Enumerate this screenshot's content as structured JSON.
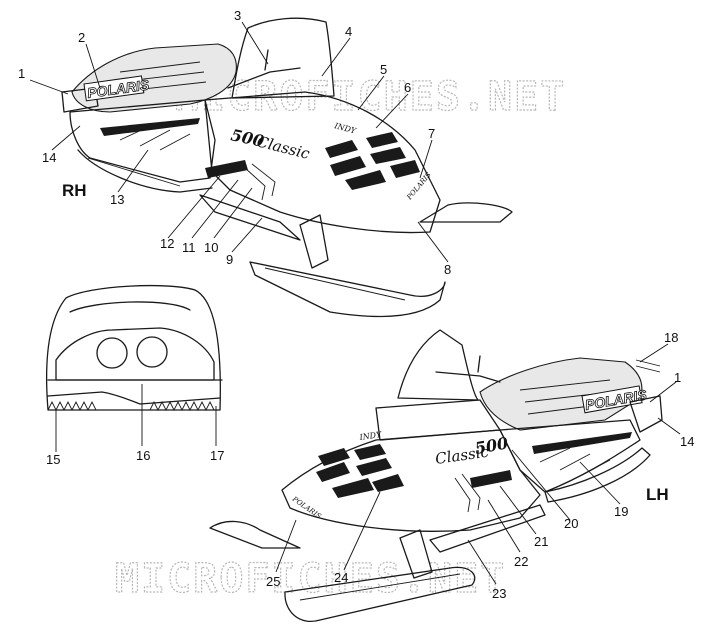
{
  "side_labels": {
    "right": "RH",
    "left": "LH"
  },
  "watermark": "MICROFICHES.NET",
  "decal_text": {
    "brand": "POLARIS",
    "model_number": "500",
    "model_script": "Classic",
    "indy": "INDY"
  },
  "callouts": [
    "1",
    "2",
    "3",
    "4",
    "5",
    "6",
    "7",
    "8",
    "9",
    "10",
    "11",
    "12",
    "13",
    "14",
    "15",
    "16",
    "17",
    "18",
    "1",
    "14",
    "19",
    "20",
    "21",
    "22",
    "23",
    "24",
    "25"
  ]
}
